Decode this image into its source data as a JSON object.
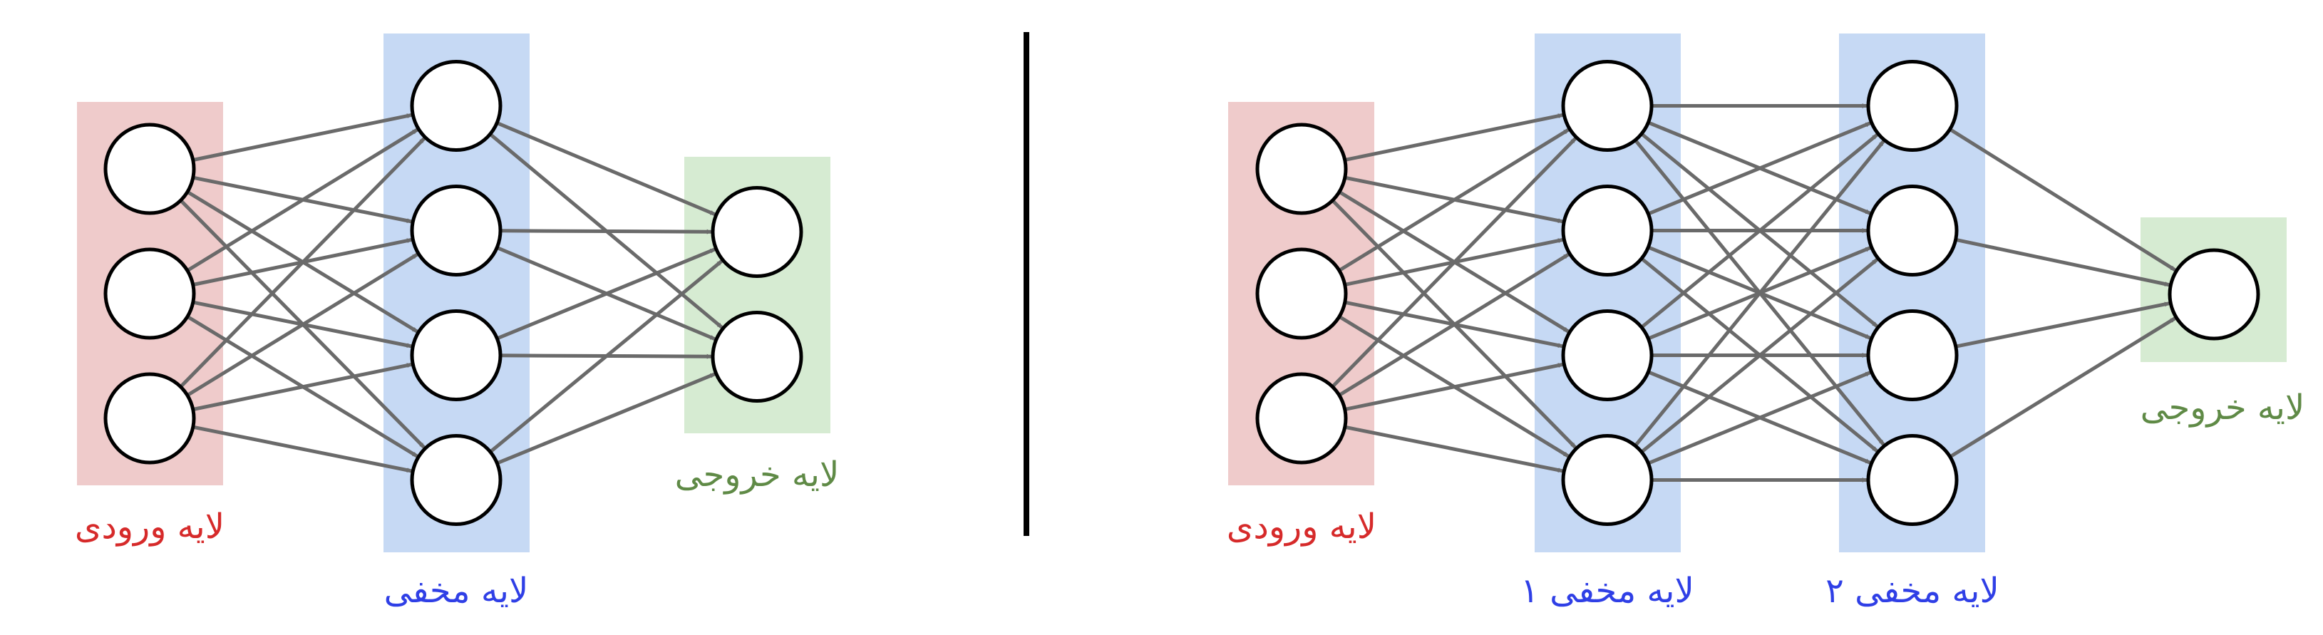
{
  "colors": {
    "input_bg": "#efcbcb",
    "hidden_bg": "#c6d9f4",
    "output_bg": "#d6ebd2",
    "input_text": "#d62a2a",
    "hidden_text": "#2f3fe6",
    "output_text": "#5f8a46",
    "edge": "#6a6a6a",
    "node_stroke": "#000000",
    "divider": "#000000"
  },
  "left_network": {
    "input_label": "لایه ورودی",
    "hidden_label": "لایه مخفی",
    "output_label": "لایه خروجی",
    "input_nodes": 3,
    "hidden_nodes": 4,
    "output_nodes": 2
  },
  "right_network": {
    "input_label": "لایه ورودی",
    "hidden1_label": "لایه مخفی ۱",
    "hidden2_label": "لایه مخفی ۲",
    "output_label": "لایه خروجی",
    "input_nodes": 3,
    "hidden1_nodes": 4,
    "hidden2_nodes": 4,
    "output_nodes": 1
  }
}
